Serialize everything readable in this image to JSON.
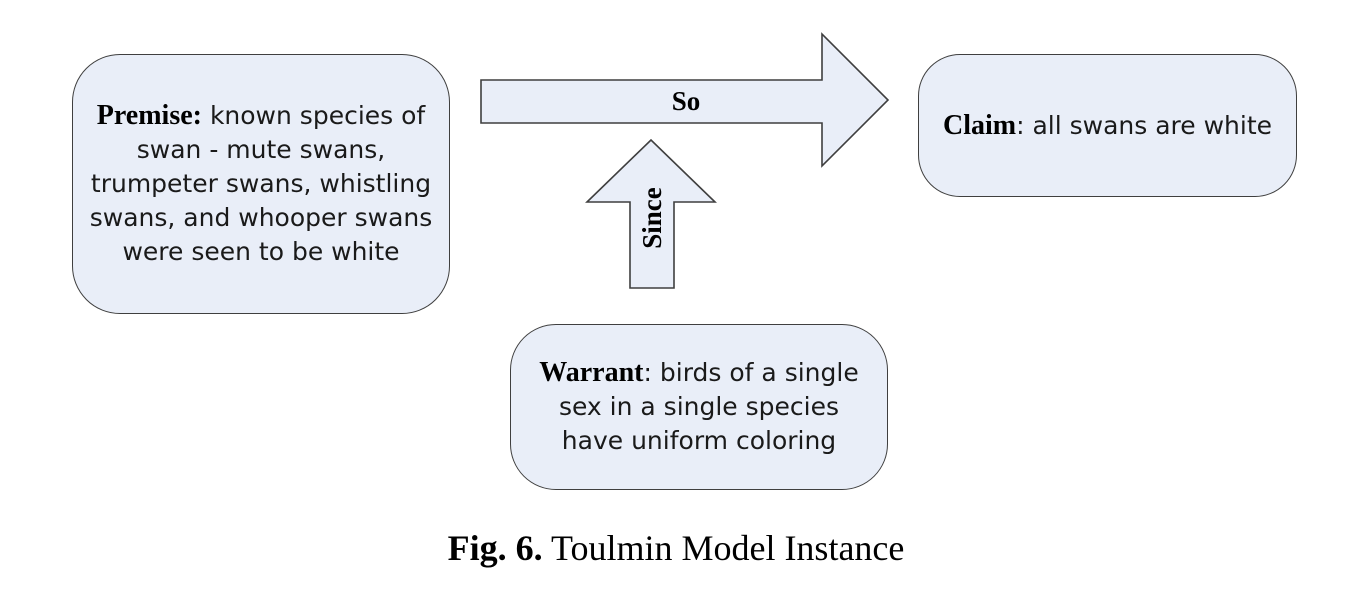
{
  "premise": {
    "term": "Premise:",
    "text": "known species of swan - mute swans, trumpeter swans, whistling swans, and whooper swans were seen to be white"
  },
  "claim": {
    "term": "Claim",
    "text": ": all swans are white"
  },
  "warrant": {
    "term": "Warrant",
    "text": ": birds of a single sex in a single species have uniform coloring"
  },
  "arrows": {
    "so": "So",
    "since": "Since"
  },
  "caption": {
    "number": "Fig. 6.",
    "title": "Toulmin Model Instance"
  },
  "colors": {
    "fill": "#e9eef8",
    "stroke": "#3f3f3f"
  }
}
